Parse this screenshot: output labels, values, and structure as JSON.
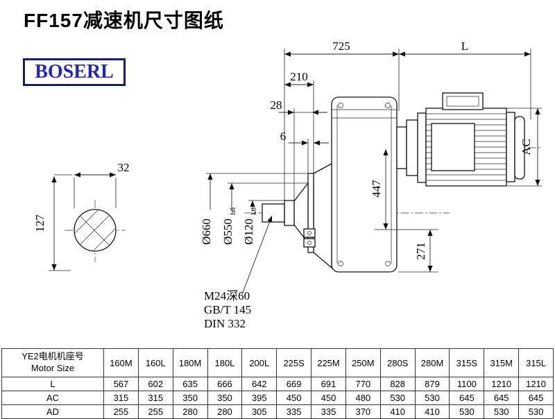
{
  "page": {
    "title": "FF157减速机尺寸图纸",
    "logo": "BOSERL"
  },
  "drawing": {
    "dims": {
      "d725": "725",
      "dL": "L",
      "d210": "210",
      "d28": "28",
      "d6": "6",
      "dAC": "AC",
      "d447": "447",
      "d271": "271",
      "d32": "32",
      "d127": "127",
      "dia660": "Ø660",
      "dia550": "Ø550",
      "dia550_tol": "h6",
      "dia120": "Ø120",
      "dia120_tol": "k6"
    },
    "notes": {
      "thread": "M24深60",
      "std1": "GB/T 145",
      "std2": "DIN 332"
    }
  },
  "table": {
    "header_cn": "YE2电机机座号",
    "header_en": "Motor Size",
    "columns": [
      "160M",
      "160L",
      "180M",
      "180L",
      "200L",
      "225S",
      "225M",
      "250M",
      "280S",
      "280M",
      "315S",
      "315M",
      "315L"
    ],
    "rows": [
      {
        "label": "L",
        "values": [
          "567",
          "602",
          "635",
          "666",
          "642",
          "669",
          "691",
          "770",
          "828",
          "879",
          "1100",
          "1210",
          "1210"
        ]
      },
      {
        "label": "AC",
        "values": [
          "315",
          "315",
          "350",
          "350",
          "395",
          "450",
          "450",
          "480",
          "530",
          "530",
          "645",
          "645",
          "645"
        ]
      },
      {
        "label": "AD",
        "values": [
          "255",
          "255",
          "280",
          "280",
          "305",
          "335",
          "335",
          "370",
          "410",
          "410",
          "530",
          "530",
          "530"
        ]
      }
    ]
  }
}
